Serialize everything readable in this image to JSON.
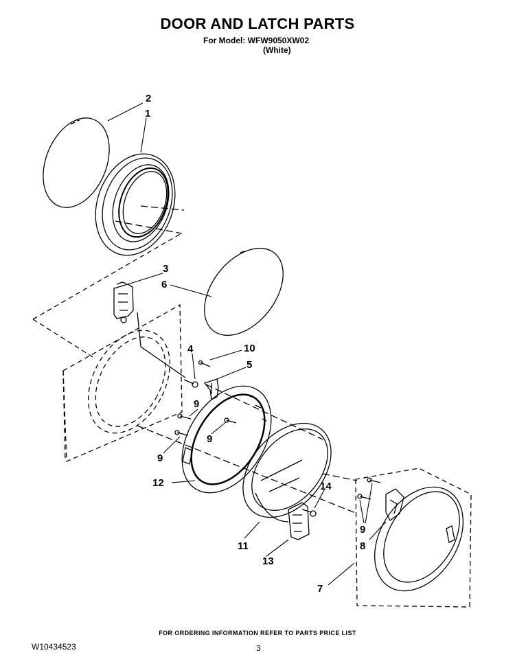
{
  "header": {
    "title": "DOOR AND LATCH PARTS",
    "model_line": "For Model: WFW9050XW02",
    "color_line": "(White)"
  },
  "footer": {
    "ordering_note": "FOR ORDERING INFORMATION REFER TO PARTS PRICE LIST",
    "document_number": "W10434523",
    "page_number": "3"
  },
  "callouts": [
    {
      "id": "c2",
      "label": "2"
    },
    {
      "id": "c1",
      "label": "1"
    },
    {
      "id": "c3",
      "label": "3"
    },
    {
      "id": "c6",
      "label": "6"
    },
    {
      "id": "c4",
      "label": "4"
    },
    {
      "id": "c10",
      "label": "10"
    },
    {
      "id": "c5",
      "label": "5"
    },
    {
      "id": "c9a",
      "label": "9"
    },
    {
      "id": "c9b",
      "label": "9"
    },
    {
      "id": "c9c",
      "label": "9"
    },
    {
      "id": "c12",
      "label": "12"
    },
    {
      "id": "c14",
      "label": "14"
    },
    {
      "id": "c11",
      "label": "11"
    },
    {
      "id": "c13",
      "label": "13"
    },
    {
      "id": "c9d",
      "label": "9"
    },
    {
      "id": "c8",
      "label": "8"
    },
    {
      "id": "c7",
      "label": "7"
    }
  ]
}
